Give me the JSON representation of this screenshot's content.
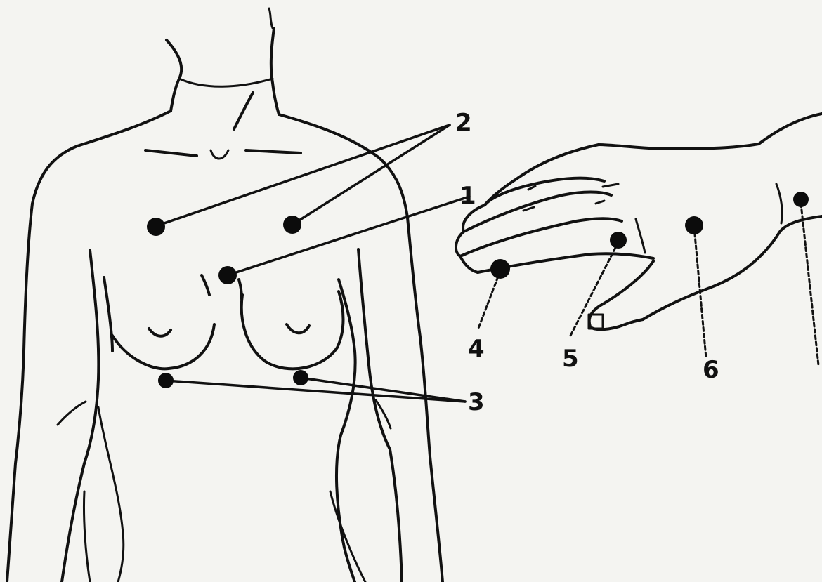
{
  "figure": {
    "callouts": {
      "c1": "1",
      "c2": "2",
      "c3": "3",
      "c4": "4",
      "c5": "5",
      "c6": "6"
    }
  }
}
